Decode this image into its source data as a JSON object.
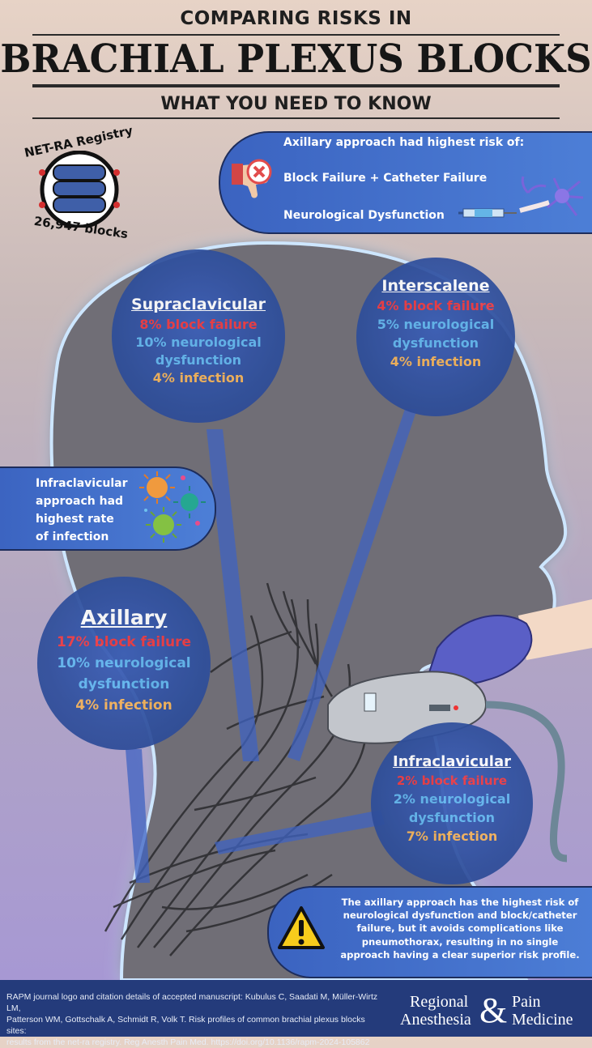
{
  "header": {
    "small_title": "COMPARING RISKS IN",
    "big_title": "BRACHIAL PLEXUS BLOCKS",
    "subtitle": "WHAT YOU NEED TO KNOW"
  },
  "registry": {
    "label": "NET-RA Registry",
    "count": "26,947 blocks"
  },
  "axillary_risk": {
    "heading": "Axillary approach had highest risk of:",
    "line1": "Block Failure + Catheter Failure",
    "line2": "Neurological Dysfunction"
  },
  "infraclavicular_note": {
    "line1": "Infraclavicular",
    "line2": "approach had",
    "line3": "highest rate",
    "line4": "of infection"
  },
  "bubbles": {
    "supraclavicular": {
      "name": "Supraclavicular",
      "block": "8% block failure",
      "neuro1": "10% neurological",
      "neuro2": "dysfunction",
      "infection": "4% infection"
    },
    "interscalene": {
      "name": "Interscalene",
      "block": "4% block failure",
      "neuro1": "5% neurological",
      "neuro2": "dysfunction",
      "infection": "4% infection"
    },
    "axillary": {
      "name": "Axillary",
      "block": "17% block failure",
      "neuro1": "10% neurological",
      "neuro2": "dysfunction",
      "infection": "4% infection"
    },
    "infraclavicular": {
      "name": "Infraclavicular",
      "block": "2% block failure",
      "neuro1": "2% neurological",
      "neuro2": "dysfunction",
      "infection": "7% infection"
    }
  },
  "conclusion": {
    "line1": "The axillary approach has the highest risk of",
    "line2": "neurological dysfunction and block/catheter",
    "line3": "failure, but it avoids complications like",
    "line4": "pneumothorax, resulting in no single",
    "line5": "approach having a clear superior risk profile."
  },
  "footer": {
    "line1": "RAPM journal logo and citation details of accepted manuscript: Kubulus C, Saadati M, Müller-Wirtz LM,",
    "line2": "Patterson WM, Gottschalk A, Schmidt R, Volk T. Risk profiles of common brachial plexus blocks sites:",
    "line3": "results from the net-ra registry. Reg Anesth Pain Med. https://doi.org/10.1136/rapm-2024-105862",
    "journal_left1": "Regional",
    "journal_left2": "Anesthesia",
    "journal_amp": "&",
    "journal_right1": "Pain",
    "journal_right2": "Medicine"
  },
  "colors": {
    "bubble_blue": "#2f4f9c",
    "red": "#ee3b42",
    "cyan": "#62b7ef",
    "amber": "#f4b35a",
    "footer": "#243b7b"
  }
}
